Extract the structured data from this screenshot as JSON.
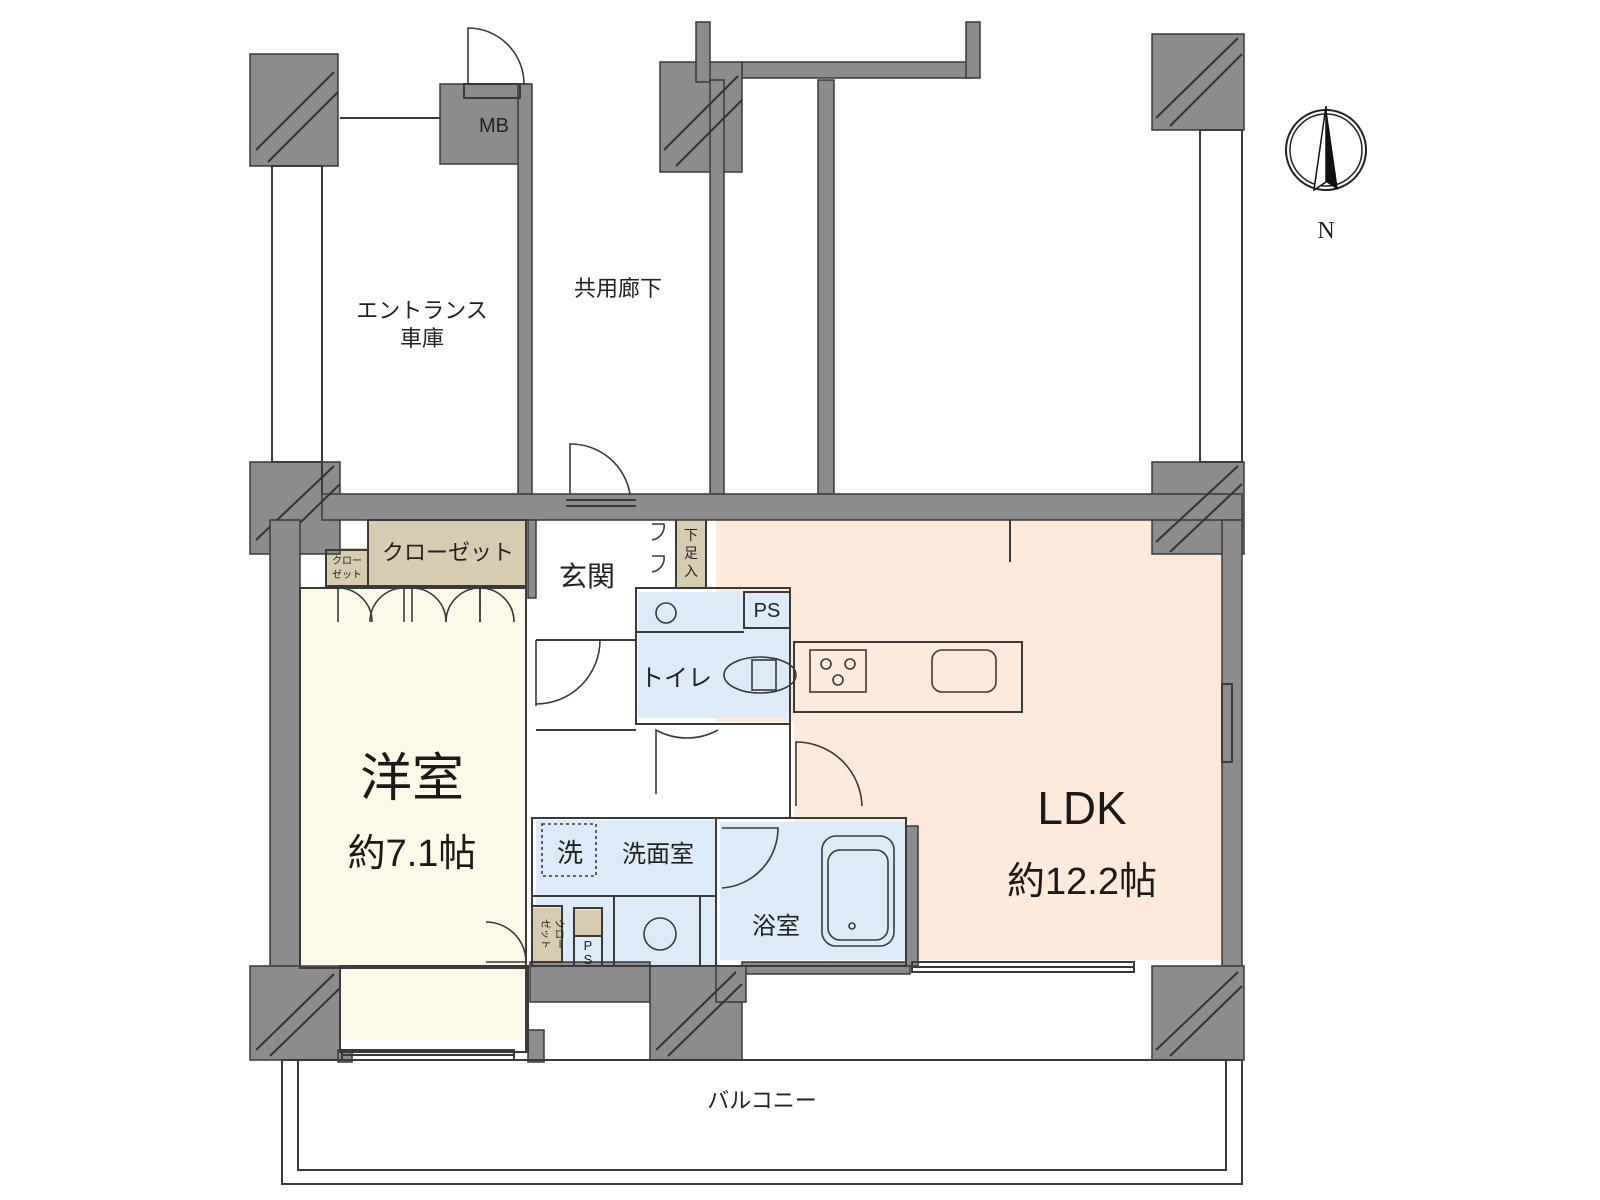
{
  "plan": {
    "rooms": {
      "entrance_garage": [
        "エントランス",
        "車庫"
      ],
      "common_corridor": "共用廊下",
      "meter_box": "MB",
      "closet_main": "クローゼット",
      "closet_small_top": [
        "クロー",
        "ゼット"
      ],
      "genkan": "玄関",
      "shoe_box": [
        "下",
        "足",
        "入"
      ],
      "pipe_space_top": "PS",
      "toilet": "トイレ",
      "western_room_name": "洋室",
      "western_room_size": "約7.1帖",
      "washroom_mark": "洗",
      "washroom": "洗面室",
      "closet_small_bottom": [
        "クロー",
        "ゼット"
      ],
      "pipe_space_bottom": [
        "P",
        "S"
      ],
      "bathroom": "浴室",
      "ldk_name": "LDK",
      "ldk_size": "約12.2帖",
      "balcony": "バルコニー"
    },
    "compass": {
      "north_label": "N"
    },
    "colors": {
      "western_room": "#fdf9e8",
      "ldk": "#fdeadb",
      "wet_area": "#dcebf7",
      "closet": "#d8ccb0",
      "wall": "#8c8c8c"
    }
  }
}
